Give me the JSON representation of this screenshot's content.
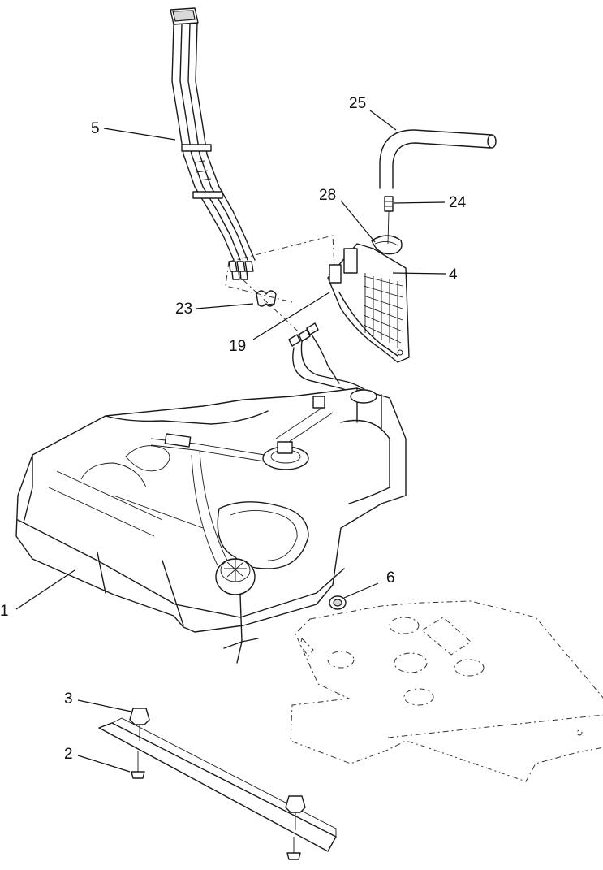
{
  "callouts": [
    {
      "key": "c1",
      "label": "1"
    },
    {
      "key": "c2",
      "label": "2"
    },
    {
      "key": "c3",
      "label": "3"
    },
    {
      "key": "c4",
      "label": "4"
    },
    {
      "key": "c5",
      "label": "5"
    },
    {
      "key": "c6",
      "label": "6"
    },
    {
      "key": "c19",
      "label": "19"
    },
    {
      "key": "c23",
      "label": "23"
    },
    {
      "key": "c24",
      "label": "24"
    },
    {
      "key": "c25",
      "label": "25"
    },
    {
      "key": "c28",
      "label": "28"
    }
  ]
}
